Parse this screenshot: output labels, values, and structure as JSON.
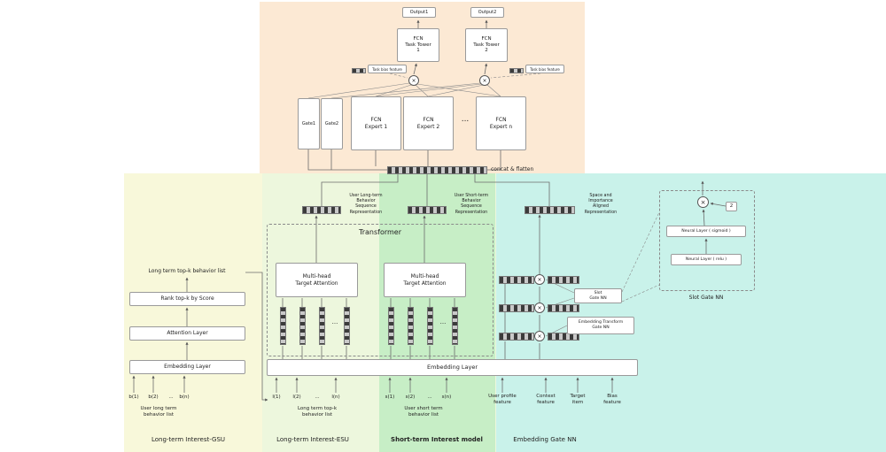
{
  "symbols": {
    "multiply": "×",
    "dots": "..."
  },
  "top": {
    "output1": "Output1",
    "output2": "Output2",
    "task_tower_1": "FCN\nTask Tower\n1",
    "task_tower_2": "FCN\nTask Tower\n2",
    "task_bias_left": "Task bias feature",
    "task_bias_right": "Task bias feature",
    "gate1": "Gate1",
    "gate2": "Gate2",
    "expert1": "FCN\nExpert 1",
    "expert2": "FCN\nExpert 2",
    "expert_n": "FCN\nExpert n",
    "concat_label": "concat & flatten"
  },
  "gsu": {
    "heading": "Long term top-k behavior list",
    "rank_box": "Rank top-k by Score",
    "attention_box": "Attention Layer",
    "embedding_box": "Embedding Layer",
    "inputs": [
      "b(1)",
      "b(2)",
      "...",
      "b(n)"
    ],
    "inputs_caption": "User long term\nbehavior list",
    "region_label": "Long-term Interest-GSU"
  },
  "esu": {
    "rep_long": "User Long-term\nBehavior\nSequence\nRepresentation",
    "rep_short": "User Short-term\nBehavior\nSequence\nRepresentation",
    "transformer_label": "Transformer",
    "mha": "Multi-head\nTarget Attention",
    "l_inputs": [
      "l(1)",
      "l(2)",
      "...",
      "l(n)"
    ],
    "l_caption": "Long term top-k\nbehavior list",
    "s_inputs": [
      "s(1)",
      "s(2)",
      "...",
      "s(n)"
    ],
    "s_caption": "User short term\nbehavior list",
    "embedding_box": "Embedding Layer",
    "region_label": "Long-term Interest-ESU",
    "short_region_label": "Short-term Interest model"
  },
  "gate_nn": {
    "rep_aligned": "Space and\nImportance\nAligned\nRepresentation",
    "slot_gate_box": "Slot\nGate NN",
    "transform_gate_box": "Embedding Transform\nGate NN",
    "features": [
      "User profile\nfeature",
      "Context\nfeature",
      "Target\nitem",
      "Bias\nfeature"
    ],
    "region_label": "Embedding Gate NN",
    "detail": {
      "x_symbol": "×",
      "exponent": "2",
      "sigmoid_box": "Neural Layer ( sigmoid )",
      "relu_box": "Neural Layer ( relu )",
      "caption": "Slot Gate NN"
    }
  }
}
